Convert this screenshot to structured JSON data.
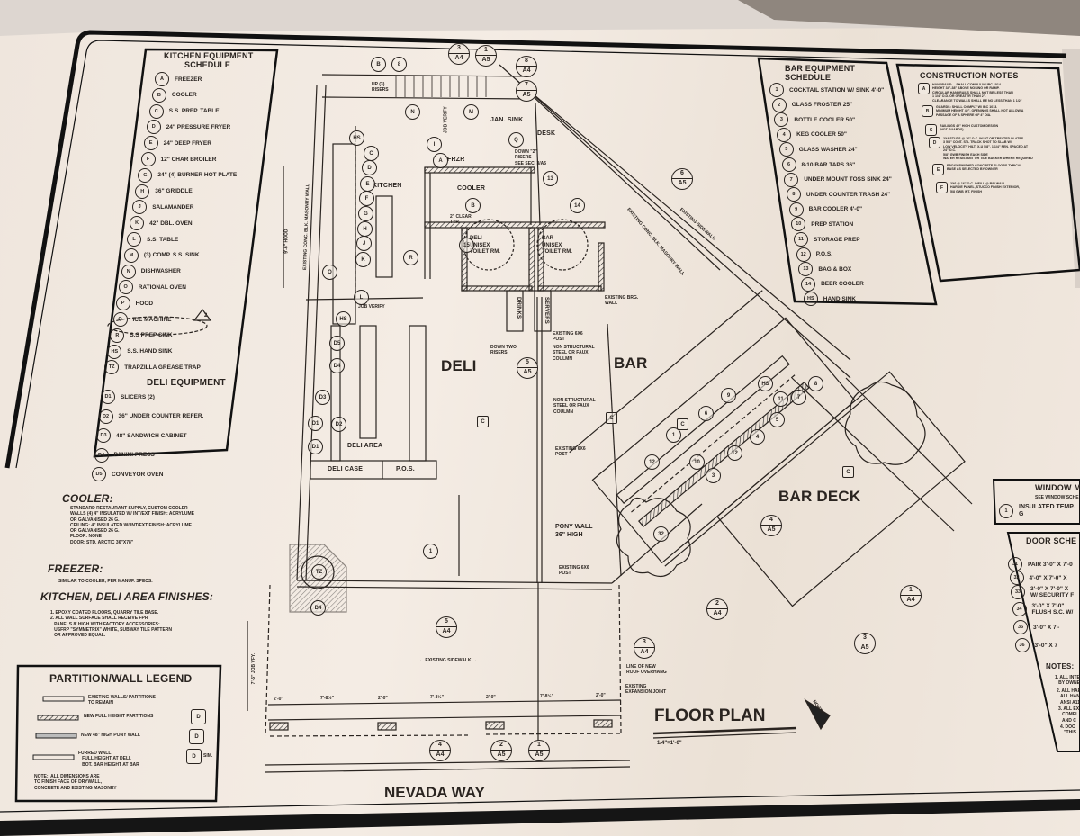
{
  "kitchen_schedule": {
    "title": "KITCHEN EQUIPMENT",
    "subtitle": "SCHEDULE",
    "items": [
      {
        "tag": "A",
        "label": "FREEZER"
      },
      {
        "tag": "B",
        "label": "COOLER"
      },
      {
        "tag": "C",
        "label": "S.S. PREP. TABLE"
      },
      {
        "tag": "D",
        "label": "24\" PRESSURE FRYER"
      },
      {
        "tag": "E",
        "label": "24\" DEEP FRYER"
      },
      {
        "tag": "F",
        "label": "12\" CHAR BROILER"
      },
      {
        "tag": "G",
        "label": "24\" (4) BURNER HOT PLATE"
      },
      {
        "tag": "H",
        "label": "36\" GRIDDLE"
      },
      {
        "tag": "J",
        "label": "SALAMANDER"
      },
      {
        "tag": "K",
        "label": "42\" DBL. OVEN"
      },
      {
        "tag": "L",
        "label": "S.S. TABLE"
      },
      {
        "tag": "M",
        "label": "(3) COMP. S.S. SINK"
      },
      {
        "tag": "N",
        "label": "DISHWASHER"
      },
      {
        "tag": "O",
        "label": "RATIONAL OVEN"
      },
      {
        "tag": "P",
        "label": "HOOD"
      },
      {
        "tag": "Q",
        "label": "ICE MACHINE"
      },
      {
        "tag": "R",
        "label": "S.S PREP SINK"
      },
      {
        "tag": "HS",
        "label": "S.S. HAND SINK"
      },
      {
        "tag": "TZ",
        "label": "TRAPZILLA GREASE TRAP"
      }
    ],
    "revision_tag": "2",
    "deli_title": "DELI EQUIPMENT",
    "deli_items": [
      {
        "tag": "D1",
        "label": "SLICERS (2)"
      },
      {
        "tag": "D2",
        "label": "36\" UNDER COUNTER REFER."
      },
      {
        "tag": "D3",
        "label": "48\" SANDWICH CABINET"
      },
      {
        "tag": "D4",
        "label": "PANINI PRESS"
      },
      {
        "tag": "D5",
        "label": "CONVEYOR OVEN"
      }
    ]
  },
  "specs": {
    "cooler_title": "COOLER:",
    "cooler_text": "STANDARD RESTAURANT SUPPLY, CUSTOM COOLER\nWALLS (4) 4\" INSULATED W/ INT/EXT FINISH: ACRYLUME\nOR GALVANISED 26 G.\nCEILING: 4\" INSULATED W/ INT/EXT FINISH: ACRYLUME\nOR GALVANISED 26 G.\nFLOOR: NONE\nDOOR: STD. ARCTIC 36\"X78\"",
    "freezer_title": "FREEZER:",
    "freezer_text": "SIMILAR TO COOLER, PER MANUF. SPECS.",
    "finishes_title": "KITCHEN, DELI AREA FINISHES:",
    "finishes_text": "1. EPOXY COATED FLOORS, QUARRY TILE BASE.\n2. ALL WALL SURFACE SHALL RECEIVE FPR\n   PANELS 8' HIGH WITH FACTORY ACCESSORIES:\n   USFRP \"SYMMETRIX\" WHITE, SUBWAY TILE PATTERN\n   OR APPROVED EQUAL."
  },
  "legend": {
    "title": "PARTITION/WALL LEGEND",
    "items": [
      "EXISTING WALLS/ PARTITIONS\nTO REMAIN",
      "NEW FULL HEIGHT PARTITIONS",
      "NEW 48\" HIGH PONY WALL",
      "FURRED WALL\n   FULL HEIGHT AT DELI,\n   BOT. BAR HEIGHT AT BAR"
    ],
    "detail_tags": [
      "D",
      "D",
      "D"
    ],
    "sim": "SIM.",
    "note": "NOTE:  ALL DIMENSIONS ARE\nTO FINISH FACE OF DRYWALL,\nCONCRETE AND EXISTING MASONRY"
  },
  "bar_schedule": {
    "title": "BAR EQUIPMENT",
    "subtitle": "SCHEDULE",
    "items": [
      {
        "tag": "1",
        "label": "COCKTAIL STATION W/ SINK 4'-0\""
      },
      {
        "tag": "2",
        "label": "GLASS FROSTER 25\""
      },
      {
        "tag": "3",
        "label": "BOTTLE COOLER 50\""
      },
      {
        "tag": "4",
        "label": "KEG COOLER 50\""
      },
      {
        "tag": "5",
        "label": "GLASS WASHER 24\""
      },
      {
        "tag": "6",
        "label": "8-10 BAR TAPS 36\""
      },
      {
        "tag": "7",
        "label": "UNDER MOUNT TOSS SINK 24\""
      },
      {
        "tag": "8",
        "label": "UNDER COUNTER TRASH 24\""
      },
      {
        "tag": "9",
        "label": "BAR COOLER 4'-0\""
      },
      {
        "tag": "10",
        "label": "PREP STATION"
      },
      {
        "tag": "11",
        "label": "STORAGE PREP"
      },
      {
        "tag": "12",
        "label": "P.O.S."
      },
      {
        "tag": "13",
        "label": "BAG & BOX"
      },
      {
        "tag": "14",
        "label": "BEER COOLER"
      },
      {
        "tag": "HS",
        "label": "HAND SINK"
      }
    ]
  },
  "construction_notes": {
    "title": "CONSTRUCTION NOTES",
    "items": [
      {
        "tag": "A",
        "text": "HANDRAILS:    SHALL COMPLY W/ IBC 1014.\nHEIGHT 34\"-38\" ABOVE NOSING OR RAMP.\nCIRCULAR HANDRAILS SHALL NOT BE LESS THAN\n1 1/4\" O.D. OR GREATER THAN 2\".\nCLEARANCE TO WALLS SHALL BE NO LESS THAN 1 1/2\""
      },
      {
        "tag": "B",
        "text": "GUARDS: SHALL COMPLY W/ IBC 1013.\nMINIMUM HEIGHT 42\". OPENINGS SHALL NOT ALLOW A\nPASSAGE OF A SPHERE OF 4\" DIA."
      },
      {
        "tag": "C",
        "text": "RAILINGS 42\" HIGH CUSTOM DESIGN\n(NOT GUARDS)"
      },
      {
        "tag": "D",
        "text": "2X4 STUDS @ 16\" O.C. W/ PT OR TREATED PLATES\n3 5/8\" CONT. STL TRACK SHOT TO SLAB W/\nLOW VELOCITY HILTI X-U 5/8\", 1 1/4\" PEN, SPACED AT\n24\" O.C.\n5/8\" GWB FINISH EACH SIDE\nWATER RESISTANT OR TILE BACKER WHERE REQUIRED"
      },
      {
        "tag": "E",
        "text": "EPOXY FINISHED CONCRETE FLOORS TYPICAL\nBASE AS SELECTED BY OWNER"
      },
      {
        "tag": "F",
        "text": "2X6 @ 16\" O.C. INFILL @ R/R WALL\nHARDIE PANEL, STUCCO FINISH EXTERIOR,\n5/8 GWB INT. FINISH"
      }
    ]
  },
  "window_schedule": {
    "title": "WINDOW M",
    "subtitle": "SEE WINDOW SCHE",
    "items": [
      {
        "tag": "1",
        "label": "INSULATED TEMP. G"
      }
    ]
  },
  "door_schedule": {
    "title": "DOOR SCHE",
    "items": [
      {
        "tag": "31",
        "label": "PAIR 3'-0\" X 7'-0"
      },
      {
        "tag": "32",
        "label": "4'-0\" X 7'-0\" X"
      },
      {
        "tag": "33",
        "label": "3'-0\" X 7'-0\" X\nW/ SECURITY F"
      },
      {
        "tag": "34",
        "label": "3'-0\" X 7'-0\"\nFLUSH S.C. W/"
      },
      {
        "tag": "35",
        "label": "3'-0\" X 7'-"
      },
      {
        "tag": "36",
        "label": "3'-0\" X 7"
      }
    ],
    "notes_title": "NOTES:",
    "notes": [
      "1. ALL INTER\n   BY OWNE",
      "2. ALL HAR\n   ALL HAN\n   ANSI A11",
      "3. ALL EX\n   COMPL\n   AND C",
      "4. DOO\n   \"THIS"
    ]
  },
  "plan": {
    "rooms": {
      "kitchen": "KITCHEN",
      "cooler": "COOLER",
      "frzr": "FRZR",
      "jan_sink": "JAN. SINK",
      "desk": "DESK",
      "deli_toilet": "DELI\nUNISEX\nTOILET RM.",
      "bar_toilet": "BAR\nUNISEX\nTOILET RM.",
      "drinks": "DRINKS",
      "servers": "SERVERS",
      "deli": "DELI",
      "bar": "BAR",
      "deli_area": "DELI AREA",
      "deli_case": "DELI CASE",
      "pos": "P.O.S.",
      "bar_deck": "BAR DECK"
    },
    "notes": {
      "post1": "EXISTING 6X6\nPOST",
      "faux1": "NON STRUCTURAL\nSTEEL OR FAUX\nCOULMN",
      "faux2": "NON STRUCTURAL\nSTEEL OR FAUX\nCOULMN",
      "post2": "EXISTING 6X6\nPOST",
      "post3": "EXISTING 6X6\nPOST",
      "pony": "PONY WALL\n36\" HIGH",
      "down_risers": "DOWN TWO\nRISERS",
      "down_risers2": "DOWN \"2\"\nRISERS\nSEE SEC. 3/A5",
      "up_risers": "UP (3)\nRISERS",
      "clear": "2\" CLEAR\nTYP.",
      "job_verify": "JOB VERIFY",
      "job_verify2": "JOB VERIFY",
      "existing_brg": "EXISTING BRG.\nWALL",
      "existing_wall": "EXISTING CONC. BLK. MASONRY WALL",
      "existing_wall_right": "EXISTING CONC. BLK. MASONRY WALL",
      "existing_sidewalk_diag": "EXISTING SIDEWALK",
      "hood": "9'-6\" HOOD",
      "sidewalk": "← EXISTING SIDEWALK →",
      "roof": "LINE OF NEW\nROOF OVERHANG",
      "joint": "EXISTING\nEXPANSION JOINT",
      "dim_vert": "7'-5\" JOB VFY.",
      "street": "NEVADA WAY",
      "title": "FLOOR PLAN",
      "scale": "1/4\"=1'-0\"",
      "north": "NORTH"
    },
    "dims": [
      "2'-0\"",
      "7'-8½\"",
      "2'-0\"",
      "7'-8½\"",
      "2'-0\"",
      "7'-8½\"",
      "2'-0\""
    ],
    "kitchen_tags": [
      "HS",
      "C",
      "D",
      "E",
      "F",
      "G",
      "H",
      "J",
      "K",
      "L",
      "O",
      "N",
      "M",
      "Q",
      "A",
      "B",
      "13",
      "14",
      "15",
      "R",
      "HS",
      "D5",
      "D4",
      "D3",
      "D2",
      "D1",
      "D1",
      "TZ",
      "D4",
      "1",
      "I",
      "8",
      "B"
    ],
    "bar_tags": [
      "9",
      "HS",
      "8",
      "11",
      "7",
      "6",
      "5",
      "1",
      "4",
      "10",
      "12",
      "3",
      "12",
      "32"
    ],
    "section_markers": [
      {
        "num": "5",
        "sheet": "A5"
      },
      {
        "num": "5",
        "sheet": "A4"
      },
      {
        "num": "4",
        "sheet": "A4"
      },
      {
        "num": "2",
        "sheet": "A5"
      },
      {
        "num": "1",
        "sheet": "A5"
      },
      {
        "num": "3",
        "sheet": "A4"
      },
      {
        "num": "2",
        "sheet": "A4"
      },
      {
        "num": "4",
        "sheet": "A5"
      },
      {
        "num": "1",
        "sheet": "A4"
      },
      {
        "num": "3",
        "sheet": "A5"
      },
      {
        "num": "6",
        "sheet": "A5"
      },
      {
        "num": "8",
        "sheet": "A4"
      },
      {
        "num": "7",
        "sheet": "A5"
      },
      {
        "num": "3",
        "sheet": "A4"
      },
      {
        "num": "1",
        "sheet": "A5"
      }
    ],
    "finish_tags": [
      "C",
      "C",
      "C",
      "C"
    ]
  },
  "colors": {
    "paper": "#f1e8df",
    "ink": "#2a2420",
    "border": "#111111"
  }
}
